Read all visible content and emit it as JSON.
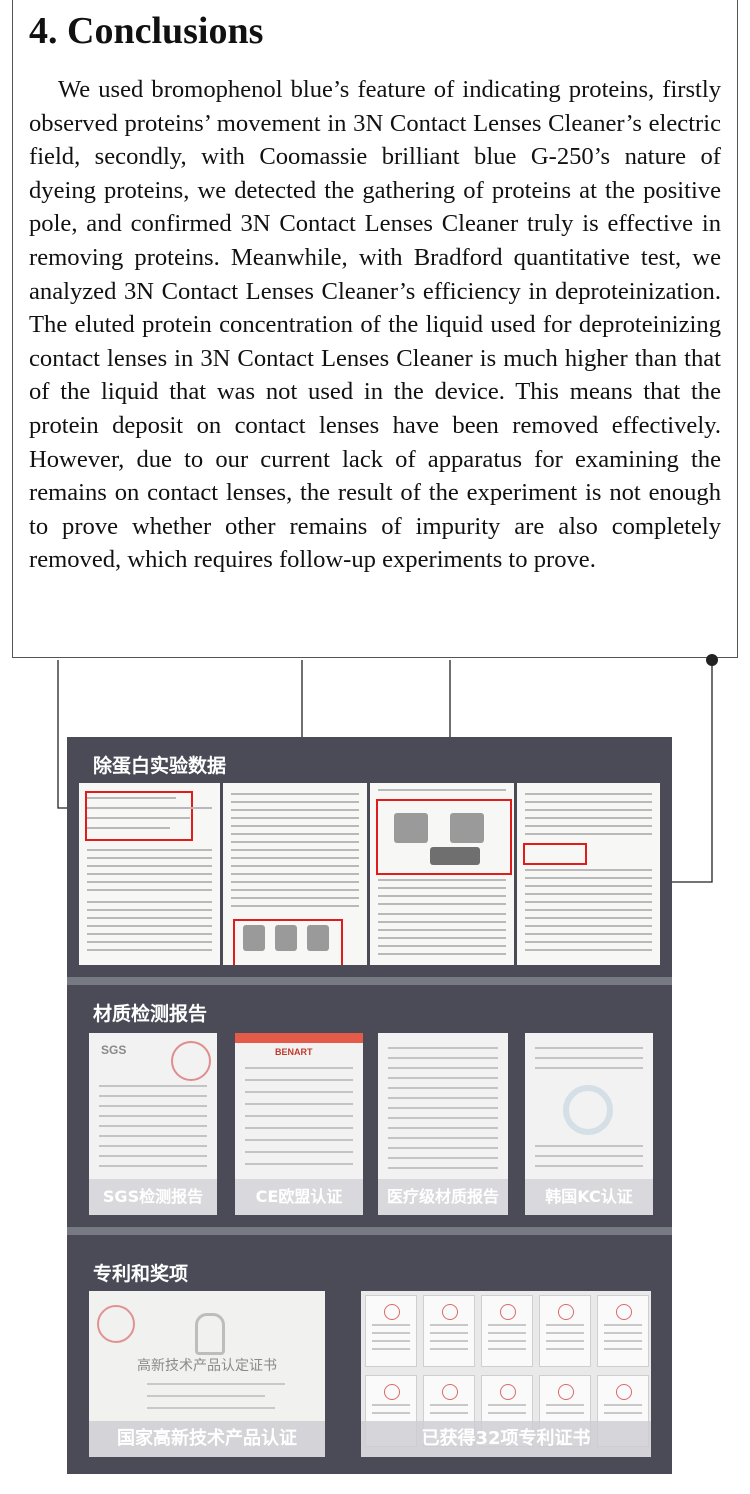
{
  "conclusions": {
    "heading": "4. Conclusions",
    "paragraph": "We used bromophenol blue’s feature of indicating proteins, firstly observed proteins’ movement in 3N Contact Lenses Cleaner’s electric field, secondly, with Coomassie brilliant blue G-250’s nature of dyeing proteins, we detected the gathering of proteins at the positive pole, and confirmed 3N Contact Lenses Cleaner truly is effective in removing proteins. Meanwhile, with Bradford quantitative test, we analyzed 3N Contact Lenses Cleaner’s efficiency in deproteinization. The eluted protein concentration of the liquid used for deproteinizing contact lenses in 3N Contact Lenses Cleaner is much higher than that of the liquid that was not used in the device. This means that the protein deposit on contact lenses have been removed effectively. However, due to our current lack of apparatus for examining the remains on contact lenses, the result of the experiment is not enough to prove whether other remains of impurity are also completely removed, which requires follow-up experiments to prove."
  },
  "sections": {
    "protein_data": {
      "title": "除蛋白实验数据"
    },
    "material_reports": {
      "title": "材质检测报告",
      "items": [
        {
          "logo": "SGS",
          "caption": "SGS检测报告"
        },
        {
          "logo": "BENART",
          "caption": "CE欧盟认证"
        },
        {
          "caption": "医疗级材质报告"
        },
        {
          "caption": "韩国KC认证"
        }
      ]
    },
    "patents": {
      "title": "专利和奖项",
      "high_tech": {
        "caption": "国家高新技术产品认证",
        "cert_title": "高新技术产品认定证书"
      },
      "patent_certs": {
        "caption": "已获得32项专利证书"
      }
    }
  },
  "colors": {
    "panel_bg": "#4b4b57",
    "highlight": "#e21b1b",
    "seal": "#d96b6b"
  }
}
